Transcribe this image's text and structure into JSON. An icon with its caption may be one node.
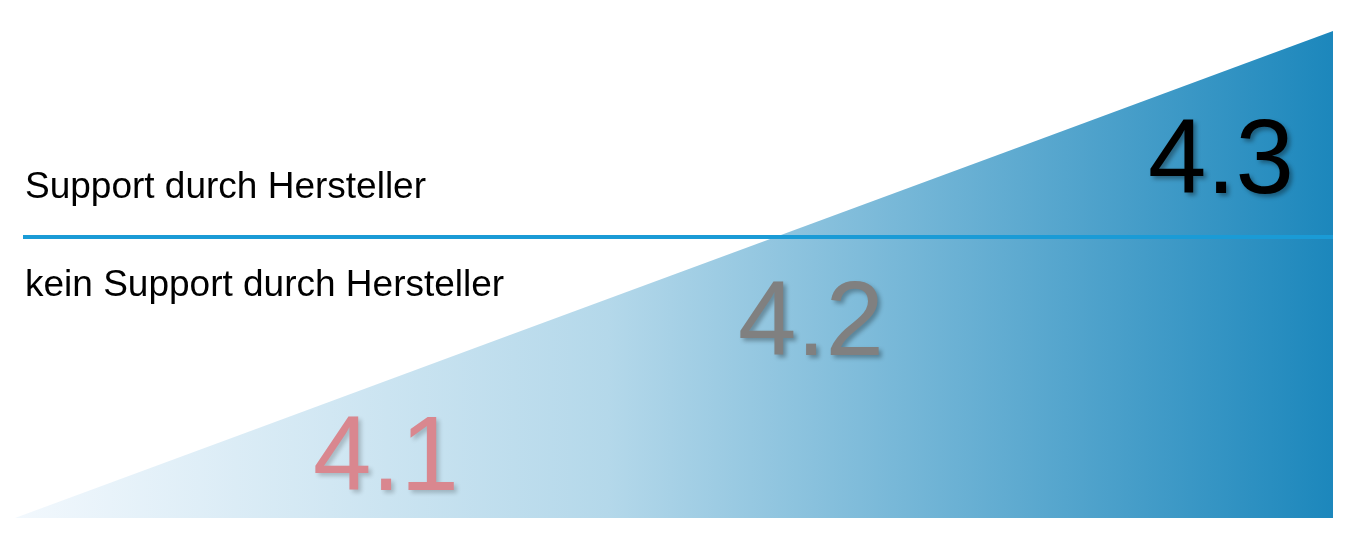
{
  "diagram": {
    "labels": [
      "4.3",
      "Support durch Hersteller",
      "kein Support durch Hersteller",
      "4.2",
      "4.1"
    ]
  }
}
